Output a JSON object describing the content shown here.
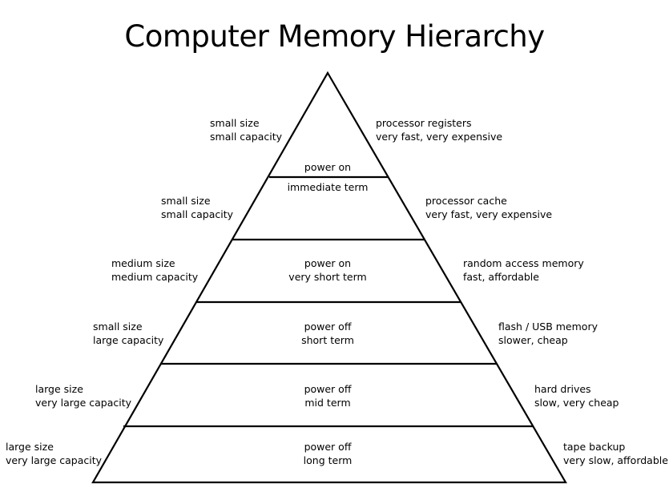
{
  "title": "Computer Memory Hierarchy",
  "tiers": [
    {
      "left": [
        "small size",
        "small capacity"
      ],
      "center": [
        "power on"
      ],
      "right": [
        "processor registers",
        "very fast, very expensive"
      ]
    },
    {
      "left": [
        "small size",
        "small capacity"
      ],
      "center": [
        "immediate term"
      ],
      "right": [
        "processor cache",
        "very fast, very expensive"
      ]
    },
    {
      "left": [
        "medium size",
        "medium capacity"
      ],
      "center": [
        "power on",
        "very short term"
      ],
      "right": [
        "random access memory",
        "fast, affordable"
      ]
    },
    {
      "left": [
        "small size",
        "large capacity"
      ],
      "center": [
        "power off",
        "short term"
      ],
      "right": [
        "flash / USB memory",
        "slower, cheap"
      ]
    },
    {
      "left": [
        "large size",
        "very large capacity"
      ],
      "center": [
        "power off",
        "mid term"
      ],
      "right": [
        "hard drives",
        "slow, very cheap"
      ]
    },
    {
      "left": [
        "large size",
        "very large capacity"
      ],
      "center": [
        "power off",
        "long term"
      ],
      "right": [
        "tape backup",
        "very slow, affordable"
      ]
    }
  ]
}
